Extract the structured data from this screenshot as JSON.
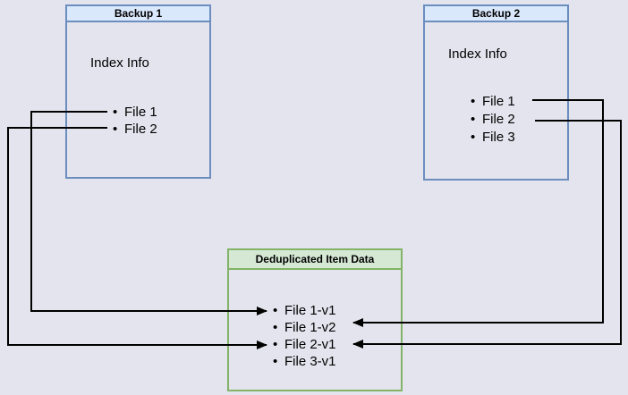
{
  "diagram": {
    "type": "backup-deduplication-diagram",
    "backup1": {
      "title": "Backup 1",
      "body_label": "Index Info",
      "files": [
        "File 1",
        "File 2"
      ]
    },
    "backup2": {
      "title": "Backup 2",
      "body_label": "Index Info",
      "files": [
        "File 1",
        "File 2",
        "File 3"
      ]
    },
    "dedup": {
      "title": "Deduplicated Item Data",
      "items": [
        "File 1-v1",
        "File 1-v2",
        "File 2-v1",
        "File 3-v1"
      ]
    },
    "connectors": [
      {
        "from": "Backup 1 / File 1",
        "to": "Deduplicated Item Data / File 1-v1"
      },
      {
        "from": "Backup 1 / File 2",
        "to": "Deduplicated Item Data / File 2-v1"
      },
      {
        "from": "Backup 2 / File 1",
        "to": "Deduplicated Item Data / File 1-v2"
      },
      {
        "from": "Backup 2 / File 2",
        "to": "Deduplicated Item Data / File 2-v1"
      }
    ],
    "colors": {
      "background": "#e4e4ee",
      "blue_header_fill": "#dae8fc",
      "blue_border": "#6c8ebf",
      "green_header_fill": "#d5e8d4",
      "green_border": "#82b366",
      "connector_line": "#000000",
      "text": "#000000"
    }
  }
}
